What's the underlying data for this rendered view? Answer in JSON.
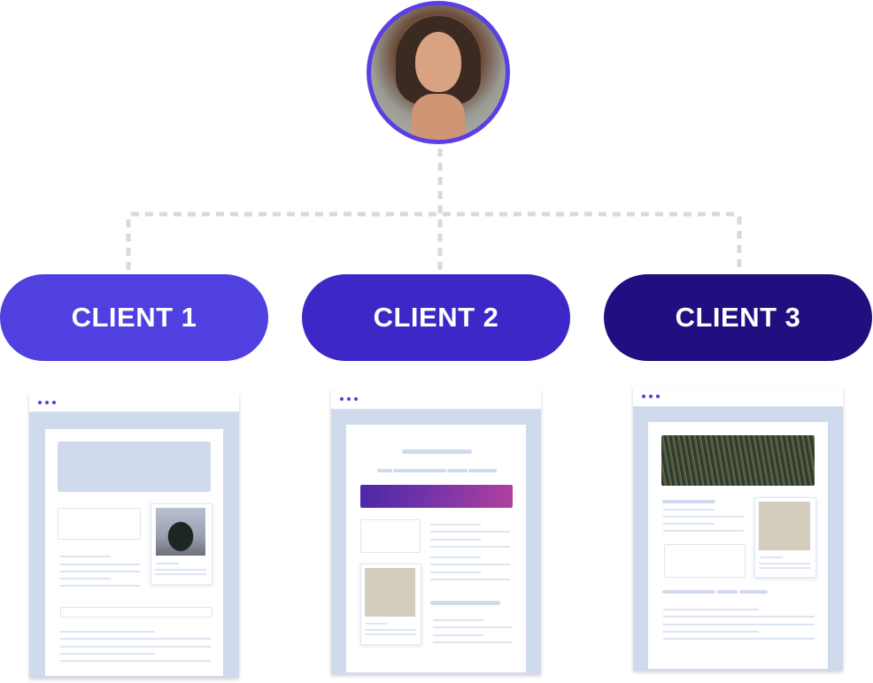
{
  "diagram": {
    "clients": [
      {
        "label": "CLIENT 1",
        "color": "#5040e0"
      },
      {
        "label": "CLIENT 2",
        "color": "#3d27c7"
      },
      {
        "label": "CLIENT 3",
        "color": "#1f0f80"
      }
    ],
    "connector_color": "#d9d9d9",
    "avatar_border_color": "#5a3fe2"
  }
}
